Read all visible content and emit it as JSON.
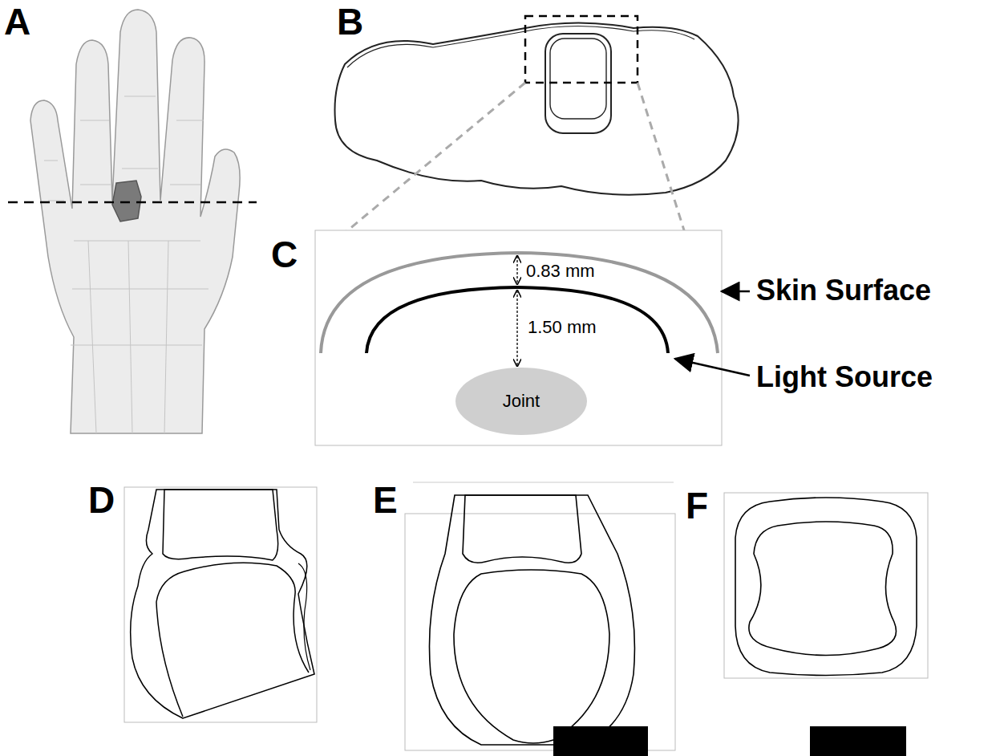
{
  "diagram": {
    "nodes": [
      {
        "text": [
          "Joint"
        ]
      }
    ],
    "labels": [
      "A",
      "B",
      "C",
      "0.83 mm",
      "1.50 mm",
      "Skin Surface",
      "Light Source",
      "D",
      "E",
      "F"
    ]
  }
}
